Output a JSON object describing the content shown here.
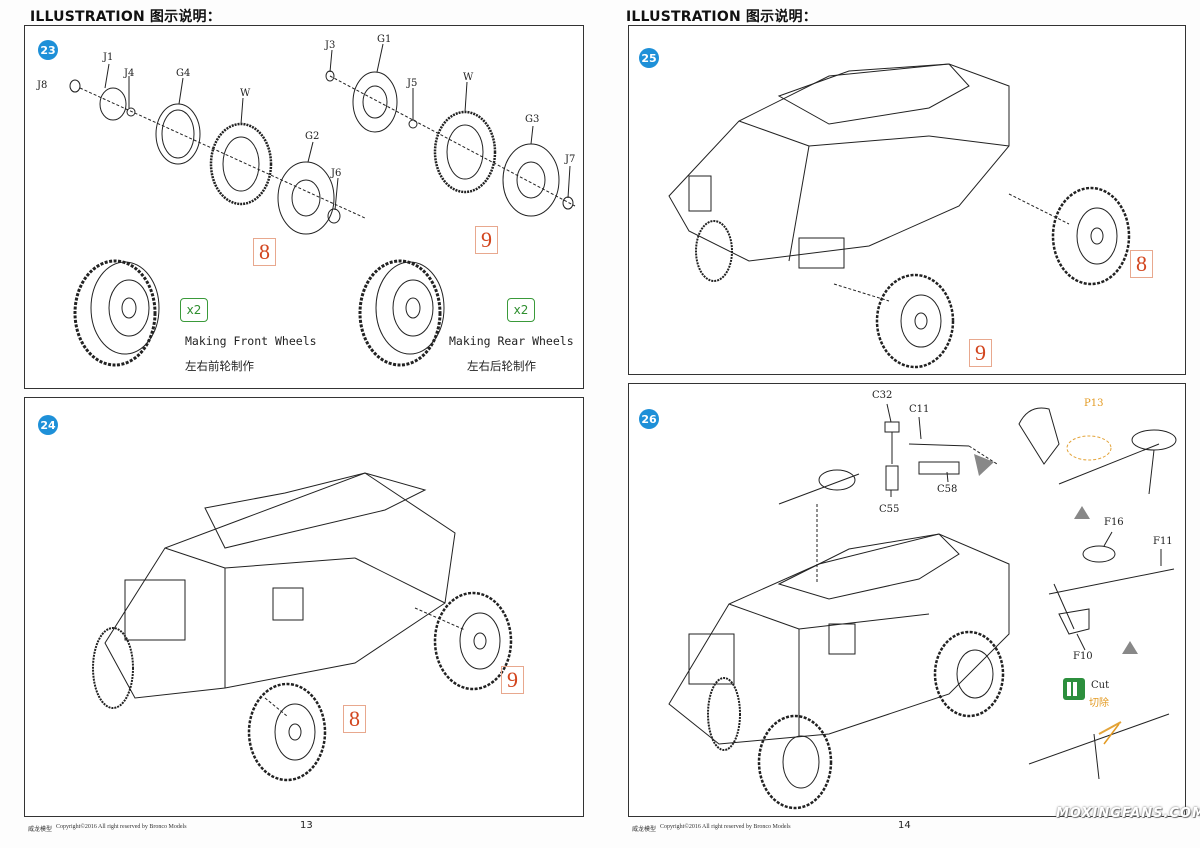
{
  "pages": [
    {
      "header": "ILLUSTRATION 图示说明：",
      "footer_brand": "威龙模型",
      "footer_copyright": "Copyright©2016  All right reserved by Bronco Models",
      "page_number": "13"
    },
    {
      "header": "ILLUSTRATION 图示说明：",
      "footer_brand": "威龙模型",
      "footer_copyright": "Copyright©2016  All right reserved by Bronco Models",
      "page_number": "14"
    }
  ],
  "step23": {
    "step": "23",
    "front_labels": [
      "J8",
      "J1",
      "J4",
      "G4",
      "W",
      "G2",
      "J6"
    ],
    "rear_labels": [
      "J3",
      "G1",
      "J5",
      "W",
      "G3",
      "J7"
    ],
    "front_ref": "8",
    "rear_ref": "9",
    "front_qty": "x2",
    "rear_qty": "x2",
    "front_caption_en": "Making Front Wheels",
    "front_caption_cn": "左右前轮制作",
    "rear_caption_en": "Making Rear Wheels",
    "rear_caption_cn": "左右后轮制作"
  },
  "step24": {
    "step": "24",
    "ref_a": "9",
    "ref_b": "8"
  },
  "step25": {
    "step": "25",
    "ref_a": "8",
    "ref_b": "9"
  },
  "step26": {
    "step": "26",
    "labels": [
      "C32",
      "C11",
      "C55",
      "C58",
      "F16",
      "F11",
      "F10"
    ],
    "highlight_label": "P13",
    "cut_en": "Cut",
    "cut_cn": "切除"
  },
  "watermark": "MOXINGFANS.COM"
}
